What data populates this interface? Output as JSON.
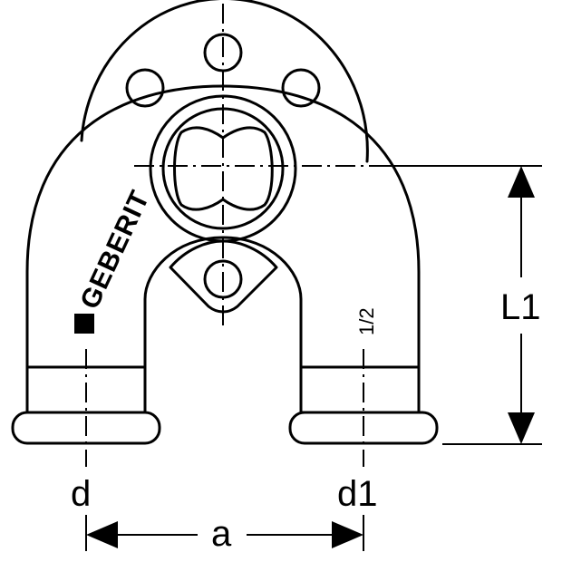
{
  "drawing": {
    "brand": "GEBERIT",
    "size_marking": "1/2",
    "dimensions": {
      "height_label": "L1",
      "width_label": "a",
      "left_port_label": "d",
      "right_port_label": "d1"
    }
  }
}
